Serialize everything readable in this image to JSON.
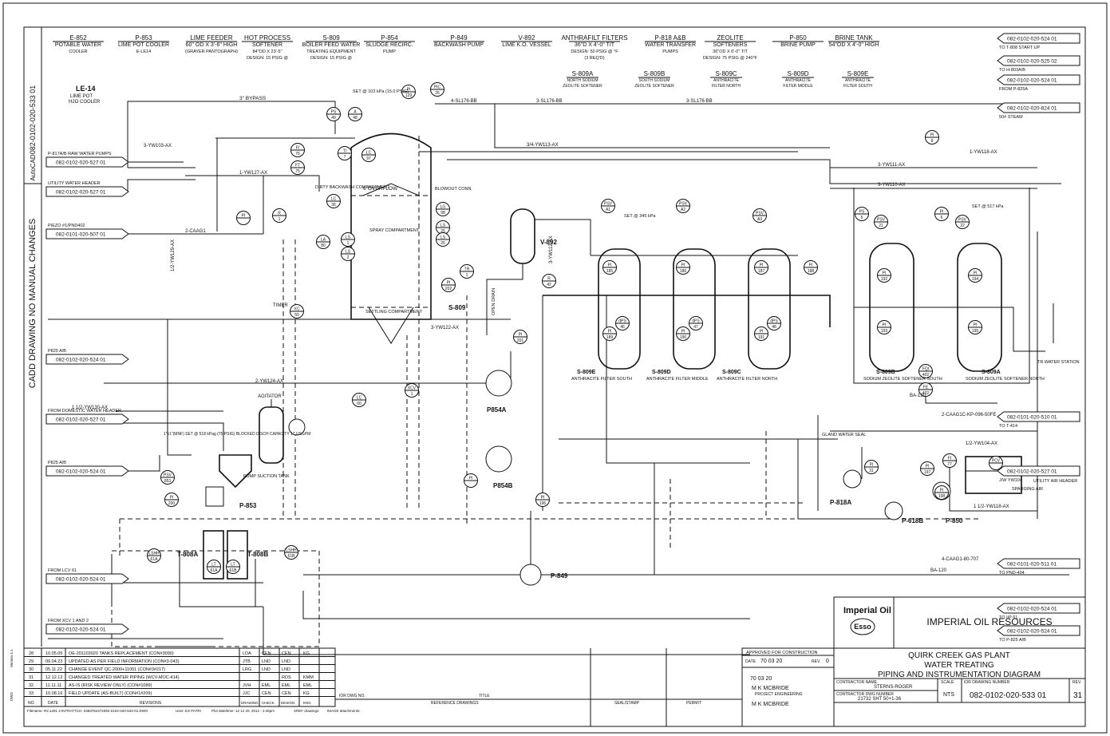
{
  "side": {
    "drawing_no": "082-0102-020-533 01",
    "autocad": "AutoCAD",
    "no_changes": "CADD DRAWING NO MANUAL CHANGES"
  },
  "equipment_header": [
    {
      "tag": "E-852",
      "l1": "POTABLE WATER",
      "l2": "COOLER",
      "l3": ""
    },
    {
      "tag": "P-853",
      "l1": "LIME POT COOLER",
      "l2": "E-LE14",
      "l3": ""
    },
    {
      "tag": "LIME FEEDER",
      "l1": "60\" OD X 3'-6\" HIGH",
      "l2": "(GRAYER PANTOGRAPH)",
      "l3": ""
    },
    {
      "tag": "HOT PROCESS",
      "l1": "SOFTENER",
      "l2": "84\"OD X 23'-5\"",
      "l3": "DESIGN: 15 PSIG @"
    },
    {
      "tag": "S-809",
      "l1": "BOILER FEED WATER",
      "l2": "TREATING EQUIPMENT",
      "l3": "DESIGN: 15 PSIG @"
    },
    {
      "tag": "P-854",
      "l1": "SLUDGE RECIRC.",
      "l2": "PUMP",
      "l3": ""
    },
    {
      "tag": "P-849",
      "l1": "BACKWASH PUMP",
      "l2": "",
      "l3": ""
    },
    {
      "tag": "V-892",
      "l1": "LIME K.O. VESSEL",
      "l2": "",
      "l3": ""
    },
    {
      "tag": "ANTHRAFILT FILTERS",
      "l1": "36\"D X 4'-0\" T/T",
      "l2": "DESIGN: 50 PSIG @ °F",
      "l3": "(3 REQ'D)"
    },
    {
      "tag": "P-818 A&B",
      "l1": "WATER TRANSFER",
      "l2": "PUMPS",
      "l3": ""
    },
    {
      "tag": "ZEOLITE",
      "l1": "SOFTENERS",
      "l2": "36\"OD X 6'-0\" T/T",
      "l3": "DESIGN: 75 PSIG @ 240°F"
    },
    {
      "tag": "P-850",
      "l1": "BRINE PUMP",
      "l2": "",
      "l3": ""
    },
    {
      "tag": "BRINE TANK",
      "l1": "54\"OD X 4'-0\" HIGH",
      "l2": "",
      "l3": ""
    }
  ],
  "equipment_header2": [
    {
      "tag": "S-809A",
      "l1": "NORTH SODIUM",
      "l2": "ZEOLITE SOFTENER"
    },
    {
      "tag": "S-809B",
      "l1": "SOUTH SODIUM",
      "l2": "ZEOLITE SOFTENER"
    },
    {
      "tag": "S-809C",
      "l1": "ANTHRACITE",
      "l2": "FILTER NORTH"
    },
    {
      "tag": "S-809D",
      "l1": "ANTHRACITE",
      "l2": "FILTER MIDDLE"
    },
    {
      "tag": "S-809E",
      "l1": "ANTHRACITE",
      "l2": "FILTER SOUTH"
    }
  ],
  "offpage_left": [
    {
      "ref": "082-0102-020-527 01",
      "note": "P-817A/B RAW WATER PUMPS"
    },
    {
      "ref": "082-0102-020-527 01",
      "note": "UTILITY WATER HEADER"
    },
    {
      "ref": "082-0101-020-507 01",
      "note": "PIEZO #1/PND402"
    },
    {
      "ref": "082-0102-020-524 01",
      "note": "P825 A/B"
    },
    {
      "ref": "082-0102-020-527 01",
      "note": "FROM DOMESTIC WATER HEADER"
    },
    {
      "ref": "082-0102-020-524 01",
      "note": "P825 A/B"
    },
    {
      "ref": "082-0102-020-524 01",
      "note": "FROM LCV 61"
    },
    {
      "ref": "082-0102-020-524 01",
      "note": "FROM XCV 1 AND 2"
    }
  ],
  "offpage_right": [
    {
      "ref": "082-0102-020-524 01",
      "note": "TO T-808 START UP"
    },
    {
      "ref": "082-0102-020-525 02",
      "note": "TO H-803A/B"
    },
    {
      "ref": "082-0102-020-524 01",
      "note": "FROM P-825A"
    },
    {
      "ref": "082-0102-020-824 01",
      "note": "50# STEAM"
    },
    {
      "ref": "082-0101-020-510 01",
      "note": "TO T-414"
    },
    {
      "ref": "082-0102-020-527 01",
      "note": "J/W YW104"
    },
    {
      "ref": "082-0101-020-511 01",
      "note": "TO PND-404"
    },
    {
      "ref": "082-0102-020-524 01",
      "note": "TO I/P 61"
    },
    {
      "ref": "082-0102-020-524 01",
      "note": "TO P-825 A/B"
    }
  ],
  "labels": {
    "le14": "LE-14",
    "le14_sub1": "LIME POT",
    "le14_sub2": "H2O COOLER",
    "bypass": "3\" BYPASS",
    "yw103": "3-YW103-AX",
    "yw127": "1-YW127-AX",
    "caag1": "2-CAAG1",
    "yw129": "1/2-YW129-AX",
    "yw124": "2-YW124-AX",
    "yw130": "1 1/2-YW130-AX",
    "sl176": "4-SL176-BB",
    "sl176b": "3-SL176-BB",
    "sl176c": "3-SL176-BB",
    "yw113": "3/4-YW113-AX",
    "yw111": "3-YW111-AX",
    "yw110": "3-YW110-AX",
    "yw118": "1-YW118-AX",
    "yw112": "3-YW112-AX",
    "yw122": "3-YW122-AX",
    "overflow": "6\"OVERFLOW",
    "spray": "SPRAY COMPARTMENT",
    "settling": "SETTLING COMPARTMENT",
    "blowout": "BLOWOUT CONN.",
    "dirty": "DIRTY BACKWASH COMPARTMENT",
    "agitator": "AGITATOR",
    "pump_suction": "PUMP SUCTION TANK",
    "timer": "TIMER",
    "open_drain": "OPEN DRAIN",
    "gland": "GLAND WATER SEAL",
    "sparging": "SPARGING AIR",
    "utility_air": "UTILITY AIR HEADER",
    "tr_water": "TR WATER STATION",
    "set_103": "SET @ 103 kPa (15.0 PSIG)",
    "set_345": "SET @ 345 kPa",
    "set_517": "SET @ 517 kPa",
    "psv_note": "1\"x1\"(MNF) SET @ 518 kPag (75 PSIG) BLOCKED DISCH CAPACITY 17 USGPM",
    "t808a": "T-808A",
    "t808b": "T-808B",
    "p853": "P-853",
    "p854a": "P854A",
    "p854b": "P854B",
    "p849": "P-849",
    "p818a": "P-818A",
    "p818b": "P-618B",
    "p850": "P-850",
    "s809": "S-809",
    "v892": "V-892",
    "s809e": "S-809E",
    "s809e_sub": "ANTHRACITE FILTER SOUTH",
    "s809d": "S-809D",
    "s809d_sub": "ANTHRACITE FILTER MIDDLE",
    "s809c": "S-809C",
    "s809c_sub": "ANTHRACITE FILTER NORTH",
    "s809b": "S-809B",
    "s809b_sub": "SODIUM ZEOLITE SOFTENER SOUTH",
    "s809a": "S-809A",
    "s809a_sub": "SODIUM ZEOLITE SOFTENER NORTH",
    "caag1c": "2-CAAG1C-KP-096-50FE",
    "caag1b": "4-CAAG1-80-707",
    "ba120": "BA-120",
    "ba120b": "BA-120",
    "yw104": "1/2-YW104-AX",
    "yw118b": "1 1/2-YW118-AX"
  },
  "title_block": {
    "company_logo": "Imperial Oil",
    "esso": "Esso",
    "company": "IMPERIAL OIL RESOURCES",
    "plant": "QUIRK CREEK GAS PLANT",
    "system": "WATER TREATING",
    "drawing": "PIPING AND INSTRUMENTATION DIAGRAM",
    "approved": "APPROVED FOR CONSTRUCTION",
    "date_label": "DATE",
    "date": "70 03 20",
    "rev_label": "REV.",
    "rev0": "0",
    "date2": "70 03 20",
    "engineer": "M K MCBRIDE",
    "eng_role": "PROJECT ENGINEERING",
    "engineer2": "M K MCBRIDE",
    "contractor_label": "CONTRACTOR NAME",
    "contractor": "STERNS-ROGER",
    "contractor_dwg_label": "CONTRACTOR DWG NUMBER",
    "contractor_dwg": "21732 SHT 50+1-36",
    "scale_label": "SCALE",
    "scale": "NTS",
    "ior_label": "IOR DRAWING NUMBER",
    "ior": "082-0102-020-533 01",
    "rev_big_label": "REV.",
    "rev_big": "31",
    "seal": "SEAL/STAMP",
    "permit": "PERMIT",
    "ref_drawings": "REFERENCE DRAWINGS",
    "ior_dwg_no": "IOR DWG NO.",
    "title_col": "TITLE"
  },
  "revisions": {
    "headers": [
      "NO.",
      "DATE",
      "REVISIONS",
      "DRAWING",
      "CHECK",
      "DESIGN",
      "ENG"
    ],
    "group_header": "DRAWING   ENGINEERING",
    "rows": [
      {
        "no": "28",
        "date": "10.05.05",
        "desc": "OE-201103020 TANKS REPLACEMENT (CON#3090)",
        "d1": "LDA",
        "d2": "CEN",
        "d3": "CEN",
        "d4": "KG"
      },
      {
        "no": "29",
        "date": "09.04.23",
        "desc": "UPDATED AS PER FIELD INFORMATION (CON#3-043)",
        "d1": "JTB",
        "d2": "LND",
        "d3": "LND",
        "d4": ""
      },
      {
        "no": "30",
        "date": "05.11.22",
        "desc": "CHANGE EVENT QC-2000+11051 (CON#3#217)",
        "d1": "LRG",
        "d2": "LND",
        "d3": "LND",
        "d4": ""
      },
      {
        "no": "31",
        "date": "12.12.12",
        "desc": "CHANGED TREATED WATER PIPING (WCV-MOC-414)",
        "d1": "",
        "d2": "",
        "d3": "RDS",
        "d4": "KMM"
      },
      {
        "no": "32",
        "date": "11.11.11",
        "desc": "AS-IS (RISK REVIEW ONLY) (CON#1089)",
        "d1": "JVH",
        "d2": "EML",
        "d3": "EML",
        "d4": "EML"
      },
      {
        "no": "33",
        "date": "10.08.16",
        "desc": "FIELD UPDATE (AS-BUILT) (CON#1#209)",
        "d1": "JJC",
        "d2": "CEN",
        "d3": "CEN",
        "d4": "KG"
      }
    ]
  },
  "footer": {
    "file": "Filename: R2:1291 2:INTRATTCH: 0383784472092-0102-020-533-01.DWG",
    "user": "User: EX PATRI",
    "plot": "Plot date/time: 12 12 20, 2012 - 2:46pm",
    "xref": "XREF drawings:",
    "image": "IMAGE attachments:",
    "version": "Version 4.1",
    "rev_mark": "DWG"
  },
  "instruments": [
    {
      "id": "ps49",
      "tag": "PS",
      "num": "49"
    },
    {
      "id": "a48",
      "tag": "A",
      "num": "48"
    },
    {
      "id": "pi129",
      "tag": "PI",
      "num": "129"
    },
    {
      "id": "pic26",
      "tag": "PIC",
      "num": "26"
    },
    {
      "id": "fi76",
      "tag": "FI",
      "num": "76"
    },
    {
      "id": "ft75",
      "tag": "FT",
      "num": "75"
    },
    {
      "id": "ti7",
      "tag": "TI",
      "num": "7"
    },
    {
      "id": "lc97",
      "tag": "LC",
      "num": "97"
    },
    {
      "id": "lc36",
      "tag": "LC",
      "num": "36"
    },
    {
      "id": "la80",
      "tag": "LA",
      "num": "80"
    },
    {
      "id": "ls1",
      "tag": "LS",
      "num": "1"
    },
    {
      "id": "ls2",
      "tag": "LS",
      "num": "2"
    },
    {
      "id": "pi1",
      "tag": "PI",
      "num": ""
    },
    {
      "id": "r1",
      "tag": "R",
      "num": "1"
    },
    {
      "id": "lg98",
      "tag": "LG",
      "num": "98"
    },
    {
      "id": "ls25",
      "tag": "LS",
      "num": "25"
    },
    {
      "id": "ls26",
      "tag": "LS",
      "num": "26"
    },
    {
      "id": "tr1",
      "tag": "TR",
      "num": "1"
    },
    {
      "id": "pi202",
      "tag": "PI",
      "num": "202"
    },
    {
      "id": "pi201",
      "tag": "PI",
      "num": "201"
    },
    {
      "id": "xc50",
      "tag": "XC",
      "num": "50"
    },
    {
      "id": "lc60",
      "tag": "LC",
      "num": "60"
    },
    {
      "id": "xcv1",
      "tag": "XCV",
      "num": "1"
    },
    {
      "id": "r42",
      "tag": "R",
      "num": "42"
    },
    {
      "id": "psv853",
      "tag": "PSV",
      "num": "853"
    },
    {
      "id": "pi200",
      "tag": "PI",
      "num": "200"
    },
    {
      "id": "pi",
      "tag": "PI",
      "num": ""
    },
    {
      "id": "pi196",
      "tag": "PI",
      "num": "196"
    },
    {
      "id": "pi31",
      "tag": "PI",
      "num": "31"
    },
    {
      "id": "pi197",
      "tag": "PI",
      "num": "197"
    },
    {
      "id": "pi198",
      "tag": "PI",
      "num": "198"
    },
    {
      "id": "fi77",
      "tag": "FI",
      "num": "77"
    },
    {
      "id": "pcv",
      "tag": "PCV",
      "num": ""
    },
    {
      "id": "psva1",
      "tag": "PSV",
      "num": "A1"
    },
    {
      "id": "psva2",
      "tag": "PSV",
      "num": "A2"
    },
    {
      "id": "psva3",
      "tag": "PSV",
      "num": "A3"
    },
    {
      "id": "pi185",
      "tag": "PI",
      "num": "185"
    },
    {
      "id": "pi186",
      "tag": "PI",
      "num": "186"
    },
    {
      "id": "pi187",
      "tag": "PI",
      "num": "187"
    },
    {
      "id": "pi188",
      "tag": "PI",
      "num": "188"
    },
    {
      "id": "pi189",
      "tag": "PI",
      "num": "189"
    },
    {
      "id": "pi190",
      "tag": "PI",
      "num": "190"
    },
    {
      "id": "pi191",
      "tag": "PI",
      "num": "191"
    },
    {
      "id": "dps46",
      "tag": "dPS",
      "num": "46"
    },
    {
      "id": "dps47",
      "tag": "dPS",
      "num": "47"
    },
    {
      "id": "dps48",
      "tag": "dPS",
      "num": "48"
    },
    {
      "id": "psv21",
      "tag": "PSV",
      "num": "21"
    },
    {
      "id": "psv22",
      "tag": "PSV",
      "num": "22"
    },
    {
      "id": "pi192",
      "tag": "PI",
      "num": "192"
    },
    {
      "id": "pi194",
      "tag": "PI",
      "num": "194"
    },
    {
      "id": "pi193",
      "tag": "PI",
      "num": "193"
    },
    {
      "id": "pi195",
      "tag": "PI",
      "num": "195"
    },
    {
      "id": "fqi402",
      "tag": "FQI",
      "num": "402"
    },
    {
      "id": "fe402",
      "tag": "FE",
      "num": "402"
    },
    {
      "id": "pi8",
      "tag": "PI",
      "num": "8"
    },
    {
      "id": "ps5",
      "tag": "PS",
      "num": "5"
    },
    {
      "id": "pi6",
      "tag": "PI",
      "num": "6"
    },
    {
      "id": "lshh61a",
      "tag": "LSHH",
      "num": "61A"
    },
    {
      "id": "lshh61b",
      "tag": "LSHH",
      "num": "61B"
    },
    {
      "id": "lt61a",
      "tag": "LT",
      "num": "61A"
    },
    {
      "id": "lt61b",
      "tag": "LT",
      "num": "61B"
    }
  ]
}
